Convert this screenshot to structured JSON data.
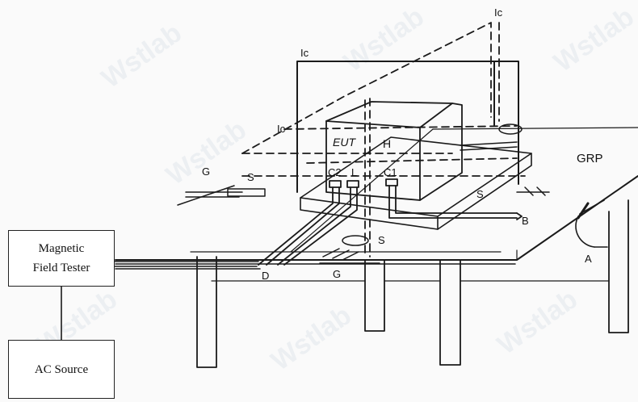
{
  "boxes": {
    "magnetic_field_tester": [
      "Magnetic",
      "Field Tester"
    ],
    "ac_source": "AC Source"
  },
  "labels": {
    "ic_top": "Ic",
    "ic_left_top": "Ic",
    "ic_left_mid": "Ic",
    "eut": "EUT",
    "h": "H",
    "c2": "C2",
    "l": "L",
    "c1": "C1",
    "grp": "GRP",
    "g_left": "G",
    "s_left": "S",
    "s_right": "S",
    "s_bottom": "S",
    "b": "B",
    "a": "A",
    "d": "D",
    "g_bottom": "G"
  },
  "watermark": "Wstlab"
}
